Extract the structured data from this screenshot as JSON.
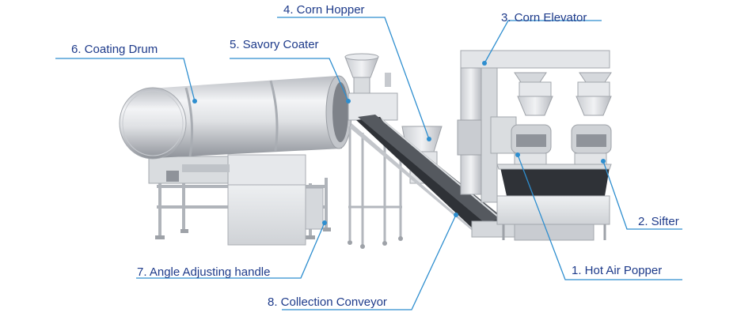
{
  "colors": {
    "leader": "#2e8ecf",
    "label_text": "#1d3a8a",
    "steel_light": "#f1f2f4",
    "steel_mid": "#c9ccd1",
    "steel_dark": "#8d9198"
  },
  "labels": {
    "corn_hopper": "4. Corn Hopper",
    "corn_elevator": "3. Corn Elevator",
    "coating_drum": "6. Coating Drum",
    "savory_coater": "5. Savory Coater",
    "sifter": "2. Sifter",
    "hot_air_popper": "1. Hot Air Popper",
    "angle_handle": "7. Angle Adjusting handle",
    "collection_conveyor": "8. Collection Conveyor"
  }
}
